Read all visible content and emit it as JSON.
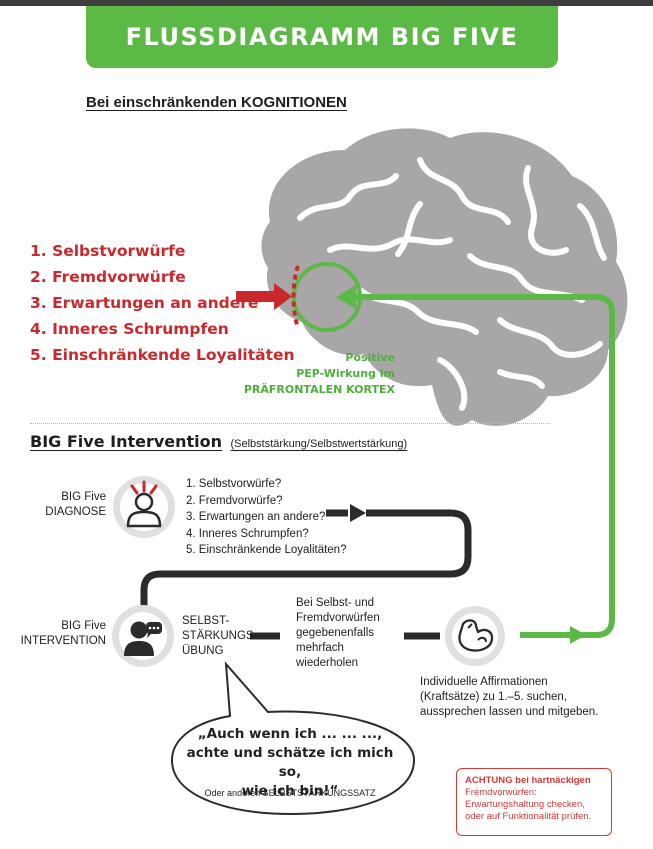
{
  "title": "FLUSSDIAGRAMM BIG FIVE",
  "section1": {
    "heading": "Bei einschränkenden KOGNITIONEN",
    "items": [
      "1. Selbstvorwürfe",
      "2. Fremdvorwürfe",
      "3. Erwartungen an andere",
      "4. Inneres Schrumpfen",
      "5. Einschränkende Loyalitäten"
    ],
    "pep": [
      "Positive",
      "PEP-Wirkung im",
      "PRÄFRONTALEN KORTEX"
    ]
  },
  "section2": {
    "heading": "BIG Five Intervention",
    "subheading": "(Selbststärkung/Selbstwertstärkung)",
    "diagnose_label": [
      "BIG Five",
      "DIAGNOSE"
    ],
    "diagnose_items": [
      "1. Selbstvorwürfe?",
      "2. Fremdvorwürfe?",
      "3. Erwartungen an andere?",
      "4. Inneres Schrumpfen?",
      "5. Einschränkende Loyalitäten?"
    ],
    "intervention_label": [
      "BIG Five",
      "INTERVENTION"
    ],
    "exercise": [
      "SELBST-",
      "STÄRKUNGS-",
      "ÜBUNG"
    ],
    "repeat": [
      "Bei Selbst- und",
      "Fremdvorwürfen",
      "gegebenenfalls",
      "mehrfach",
      "wiederholen"
    ],
    "affirmation": [
      "Individuelle Affirmationen",
      "(Kraftsätze) zu 1.–5. suchen,",
      "aussprechen lassen und mitgeben."
    ],
    "quote": [
      "„Auch wenn ich ... ... ...,",
      "achte und schätze ich mich so,",
      "wie ich bin!“"
    ],
    "quote_sub": "Oder anderen SELBSTSTÄRKUNGSSATZ",
    "warning": [
      "ACHTUNG bei hartnäckigen",
      "Fremdvorwürfen:",
      "Erwartungshaltung checken,",
      "oder auf Funktionalität prüfen."
    ]
  },
  "colors": {
    "green": "#5bb945",
    "red": "#c9282d",
    "gray": "#a8a6a7",
    "dark": "#2b2b2b"
  }
}
